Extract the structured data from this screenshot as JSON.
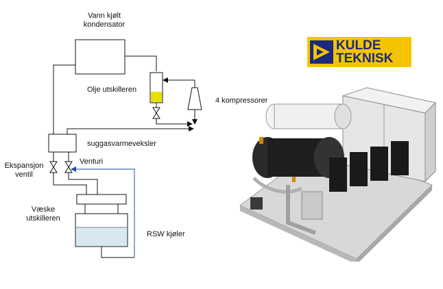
{
  "labels": {
    "condenser": "Vann kjølt\nkondensator",
    "oil_separator": "Olje utskilleren",
    "compressors": "4 kompressorer",
    "suction_hx": "suggasvarmeveksler",
    "expansion_valve": "Ekspansjon\nventil",
    "venturi": "Venturi",
    "liquid_separator": "Væske\nutskilleren",
    "rsw_cooler": "RSW kjøler"
  },
  "logo": {
    "line1": "KULDE",
    "line2": "TEKNISK",
    "color_bg": "#f5c400",
    "color_fg": "#1b2a7c"
  },
  "colors": {
    "line": "#111111",
    "oil_fill": "#e8e000",
    "liquid_fill": "#d8e8f0",
    "venturi_arrow": "#1f4fa8"
  },
  "photo": {
    "description_icon": "chiller-unit-image"
  }
}
